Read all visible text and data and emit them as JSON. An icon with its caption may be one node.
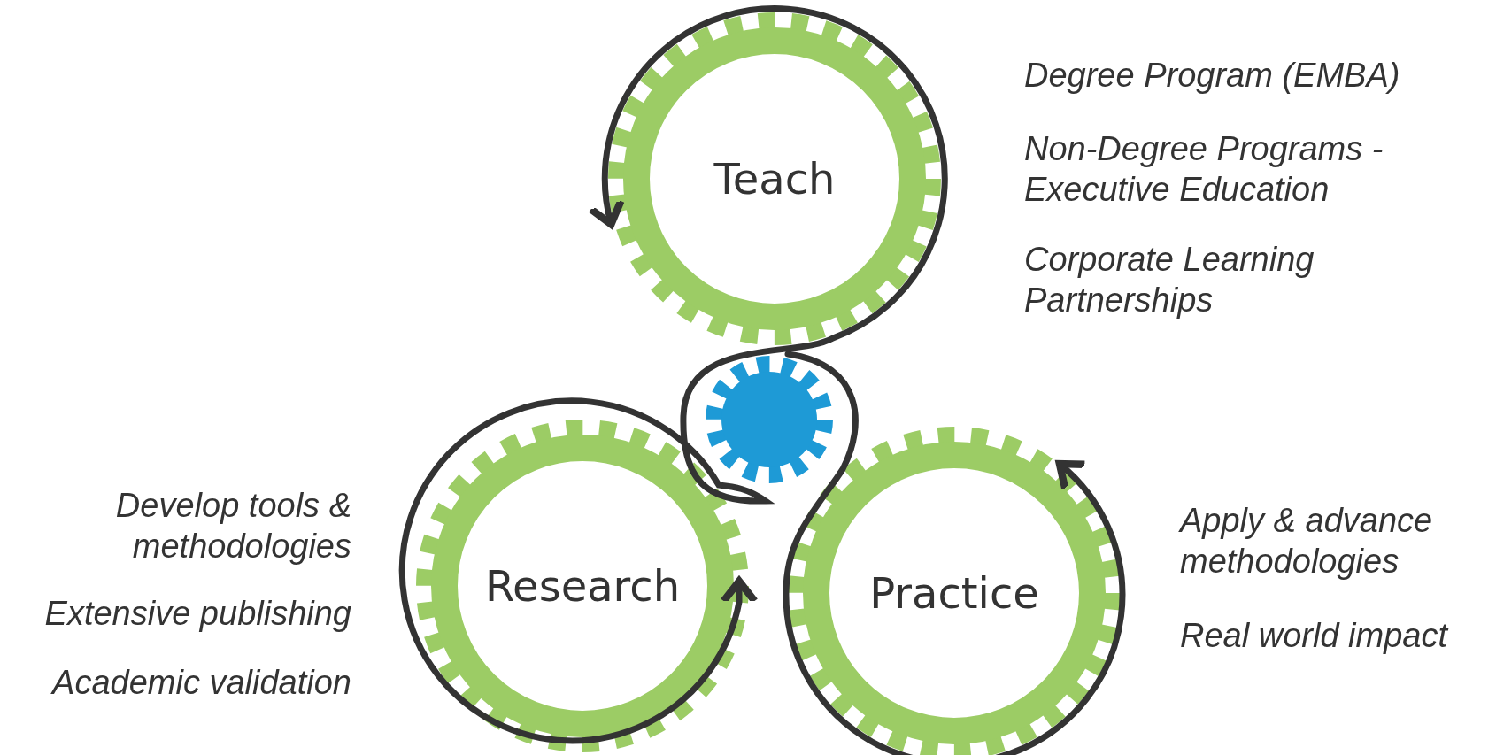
{
  "diagram": {
    "nodes": [
      {
        "text": [
          "Teach"
        ],
        "beside": [
          "Degree Program (EMBA)",
          "Non-Degree Programs - Executive Education",
          "Corporate Learning Partnerships"
        ]
      },
      {
        "text": [],
        "shape": "gear"
      },
      {
        "text": [
          "Research"
        ],
        "beside": [
          "Develop tools & methodologies",
          "Extensive publishing",
          "Academic validation"
        ]
      },
      {
        "text": [
          "Practice"
        ],
        "beside": [
          "Apply & advance methodologies",
          "Real world impact"
        ]
      }
    ],
    "edges": [
      {
        "from": 0,
        "to": 2,
        "arrow": "both"
      },
      {
        "from": 1,
        "to": 3,
        "arrow": "to"
      }
    ]
  }
}
